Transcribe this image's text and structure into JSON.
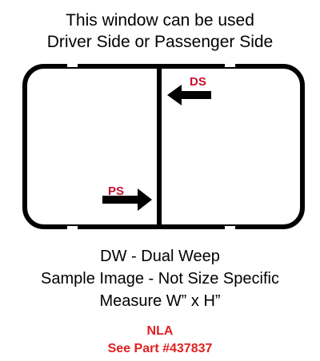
{
  "header": {
    "line1": "This window can be used",
    "line2": "Driver Side or Passenger Side"
  },
  "diagram": {
    "ds_label": "DS",
    "ps_label": "PS",
    "label_color": "#c8102e",
    "frame_color": "#000000"
  },
  "caption": {
    "line1": "DW - Dual Weep",
    "line2": "Sample Image - Not Size Specific",
    "line3": "Measure W” x H”"
  },
  "notice": {
    "line1": "NLA",
    "line2": "See Part #437837",
    "color": "#e02020"
  }
}
